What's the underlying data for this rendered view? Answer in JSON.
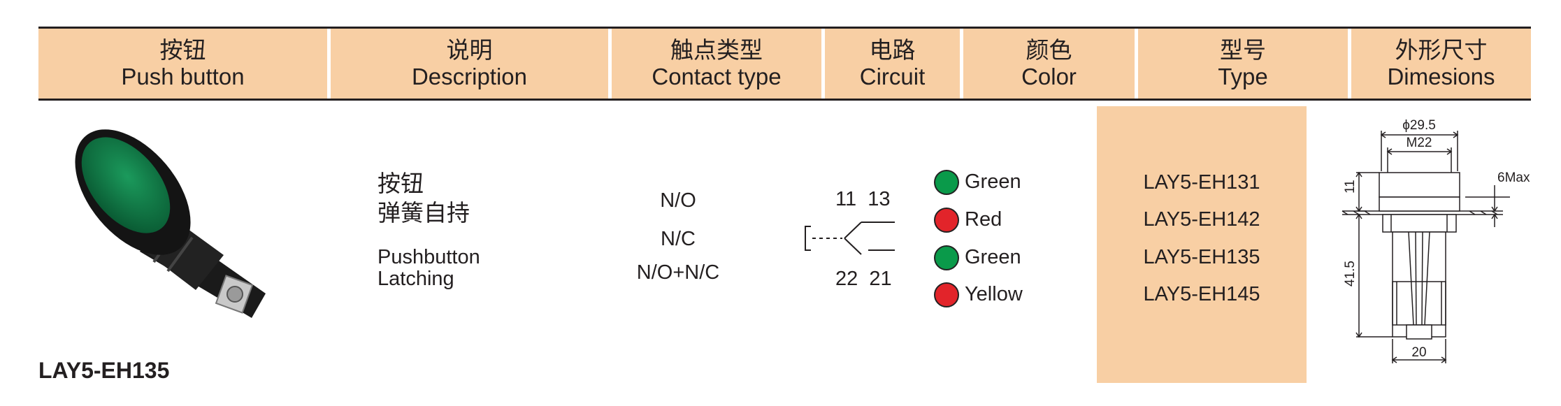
{
  "header": {
    "columns": [
      {
        "cn": "按钮",
        "en": "Push button"
      },
      {
        "cn": "说明",
        "en": "Description"
      },
      {
        "cn": "触点类型",
        "en": "Contact type"
      },
      {
        "cn": "电路",
        "en": "Circuit"
      },
      {
        "cn": "颜色",
        "en": "Color"
      },
      {
        "cn": "型号",
        "en": "Type"
      },
      {
        "cn": "外形尺寸",
        "en": "Dimesions"
      }
    ]
  },
  "product": {
    "model": "LAY5-EH135",
    "description_cn": [
      "按钮",
      "弹簧自持"
    ],
    "description_en": [
      "Pushbutton",
      "Latching"
    ]
  },
  "contacts": [
    "N/O",
    "N/C",
    "N/O+N/C"
  ],
  "circuit": {
    "top": "11  13",
    "bottom": "22  21"
  },
  "colors": [
    {
      "label": "Green",
      "hex": "#0a9a4a"
    },
    {
      "label": "Red",
      "hex": "#e2242a"
    },
    {
      "label": "Green",
      "hex": "#0a9a4a"
    },
    {
      "label": "Yellow",
      "hex": "#e2242a"
    }
  ],
  "types": [
    "LAY5-EH131",
    "LAY5-EH142",
    "LAY5-EH135",
    "LAY5-EH145"
  ],
  "dimensions": {
    "phi": "ϕ29.5",
    "thread": "M22",
    "panel": "6Max",
    "top_h": "11",
    "body_h": "41.5",
    "width": "20"
  },
  "theme": {
    "header_bg": "#f8cfa4",
    "type_bg": "#f8cfa4"
  }
}
